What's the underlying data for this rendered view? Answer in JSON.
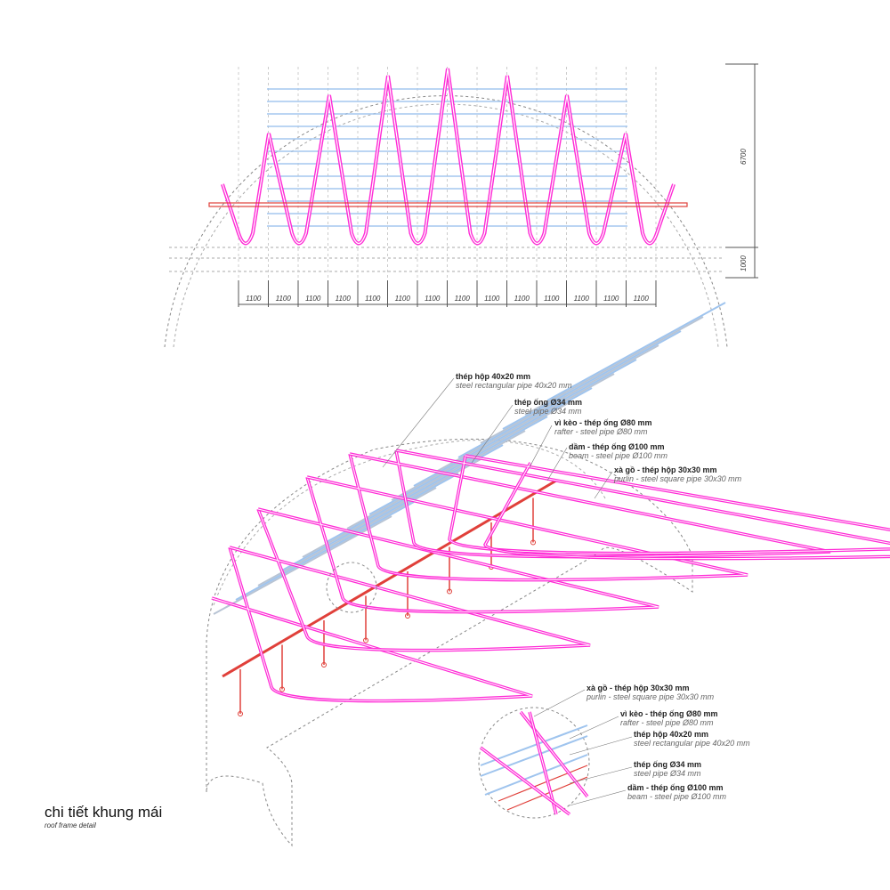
{
  "elevation": {
    "spacing_labels": [
      "1100",
      "1100",
      "1100",
      "1100",
      "1100",
      "1100",
      "1100",
      "1100",
      "1100",
      "1100",
      "1100",
      "1100",
      "1100",
      "1100"
    ],
    "height_label": "6700",
    "base_label": "1000"
  },
  "iso_callouts": [
    {
      "vi": "thép hộp 40x20 mm",
      "en": "steel rectangular pipe 40x20 mm"
    },
    {
      "vi": "thép ống Ø34 mm",
      "en": "steel pipe Ø34 mm"
    },
    {
      "vi": "vì kèo - thép ống Ø80 mm",
      "en": "rafter - steel pipe Ø80 mm"
    },
    {
      "vi": "dầm - thép ống Ø100 mm",
      "en": "beam - steel pipe Ø100 mm"
    },
    {
      "vi": "xà gồ - thép hộp 30x30 mm",
      "en": "purlin - steel square pipe 30x30 mm"
    }
  ],
  "detail_callouts": [
    {
      "vi": "xà gồ - thép hộp 30x30 mm",
      "en": "purlin - steel square pipe 30x30 mm"
    },
    {
      "vi": "vì kèo - thép ống Ø80 mm",
      "en": "rafter - steel pipe Ø80 mm"
    },
    {
      "vi": "thép hộp 40x20 mm",
      "en": "steel rectangular pipe 40x20 mm"
    },
    {
      "vi": "thép ống Ø34 mm",
      "en": "steel pipe Ø34 mm"
    },
    {
      "vi": "dầm - thép ống Ø100 mm",
      "en": "beam - steel pipe Ø100 mm"
    }
  ],
  "title": {
    "main": "chi tiết khung mái",
    "sub": "roof frame detail"
  },
  "colors": {
    "rafter": "#ff2bd6",
    "beam": "#e0403a",
    "purlin": "#9fc4ee",
    "guide": "#999999"
  }
}
